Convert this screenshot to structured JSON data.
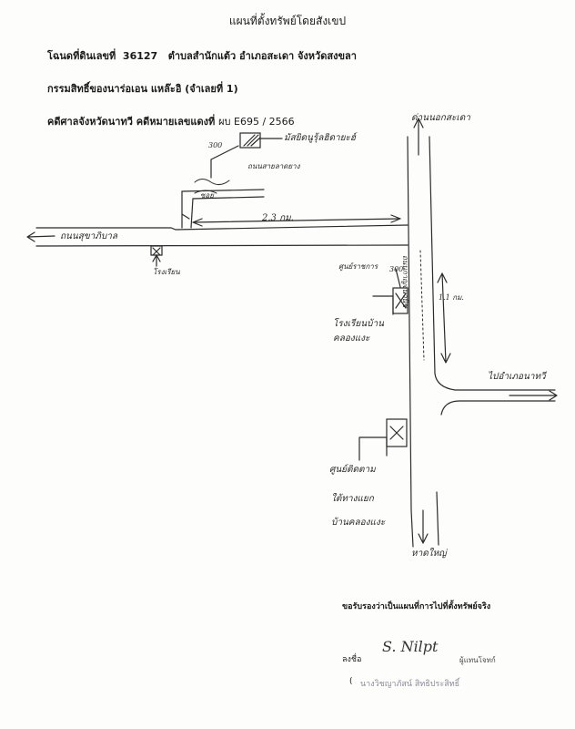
{
  "title": "แผนที่ตั้งทรัพย์โดยสังเขป",
  "deed": {
    "label": "โฉนดที่ดินเลขที่",
    "number": "36127",
    "location": "ตำบลสำนักแต้ว อำเภอสะเดา จังหวัดสงขลา"
  },
  "owner": "กรรมสิทธิ์ของนาร่อเอน แหล๊ะอิ (จำเลยที่ 1)",
  "case": {
    "label": "คดีศาลจังหวัดนาทวี คดีหมายเลขแดงที่",
    "number": "ผบ E695 / 2566"
  },
  "map_labels": {
    "top_right_road": "ด่านนอกสะเดา",
    "top_landmark": "มัสยิดนูรุ้ลฮิดายะฮ์",
    "top_road_name": "ถนนสายลาดยาง",
    "top_distance": "300",
    "small_label": "ซอย",
    "left_road": "ถนนสุขาภิบาล",
    "horizontal_distance": "2.3 กม.",
    "lower_left_marker": "โรงเรียน",
    "right_distance": "300",
    "right_road_side": "ถนนกาญจนวนิช",
    "vertical_distance": "1.1 กม.",
    "school_label": "โรงเรียนบ้านคลองแงะ",
    "right_branch": "ไปอำเภอนาทวี",
    "mid_label": "ศูนย์ราชการ",
    "lower_label_1": "ศูนย์ติดตาม",
    "lower_label_2": "ใต้ทางแยก",
    "lower_label_3": "บ้านคลองแงะ",
    "bottom_road": "หาดใหญ่"
  },
  "certify": "ขอรับรองว่าเป็นแผนที่การไปที่ตั้งทรัพย์จริง",
  "sign": {
    "prefix": "ลงชื่อ",
    "signature": "S. Nilpt",
    "role": "ผู้แทนโจทก์",
    "name_paren": "(",
    "stamp_name": "นางวิชญาภัสน์ สิทธิประสิทธิ์"
  }
}
